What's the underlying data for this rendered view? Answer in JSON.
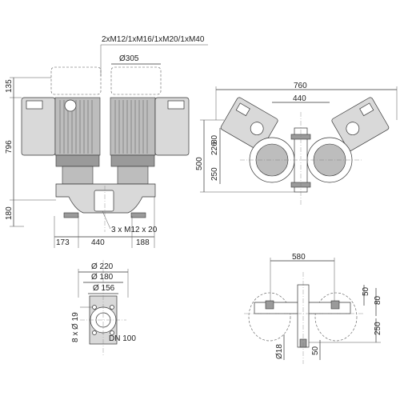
{
  "labels": {
    "cable_glands": "2xM12/1xM16/1xM20/1xM40",
    "dia_305": "Ø305",
    "h_135": "135",
    "h_796": "796",
    "h_180": "180",
    "w_173": "173",
    "w_440_front": "440",
    "w_188": "188",
    "bolts_front": "3 x M12 x 20",
    "w_760": "760",
    "w_440_top": "440",
    "h_226": "226",
    "h_80_top": "80",
    "h_500": "500",
    "h_250_top": "250",
    "dia_220": "Ø 220",
    "dia_180": "Ø 180",
    "dia_156": "Ø 156",
    "dia_19": "Ø 19",
    "holes_8": "8 x",
    "dn_100": "DN 100",
    "w_580": "580",
    "h_50_a": "50",
    "h_80_base": "80",
    "h_250_base": "250",
    "dia_18": "Ø18",
    "h_50_b": "50"
  }
}
